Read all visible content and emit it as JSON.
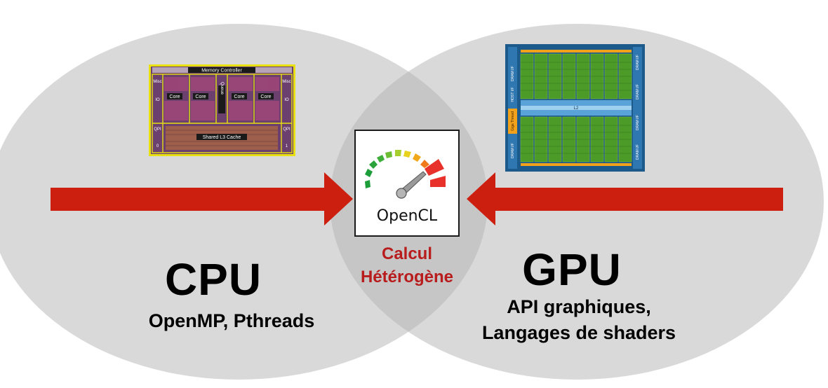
{
  "diagram": {
    "cpu": {
      "title": "CPU",
      "subtitle": "OpenMP, Pthreads"
    },
    "gpu": {
      "title": "GPU",
      "subtitle_lines": [
        "API graphiques,",
        "Langages de shaders"
      ]
    },
    "center": {
      "logo_name": "OpenCL",
      "label_lines": [
        "Calcul",
        "Hétérogène"
      ]
    },
    "cpu_die": {
      "header": "Memory Controller",
      "cores": [
        "Core",
        "Core",
        "Core",
        "Core"
      ],
      "queue": "Queue",
      "cache": "Shared L3 Cache",
      "side_left": [
        "Misc",
        "IO",
        "QPI",
        "0"
      ],
      "side_right": [
        "Misc",
        "IO",
        "QPI",
        "1"
      ]
    },
    "gpu_die": {
      "center_label": "L2",
      "left_labels": [
        "DRAM I/F",
        "HOST I/F",
        "Giga Thread",
        "DRAM I/F"
      ],
      "right_labels": [
        "DRAM I/F",
        "DRAM I/F",
        "DRAM I/F",
        "DRAM I/F"
      ]
    },
    "colors": {
      "circle": "#d9d9d9",
      "overlap": "#c7c7c7",
      "arrow": "#cc1f0f",
      "center_text": "#b81c1c"
    }
  }
}
